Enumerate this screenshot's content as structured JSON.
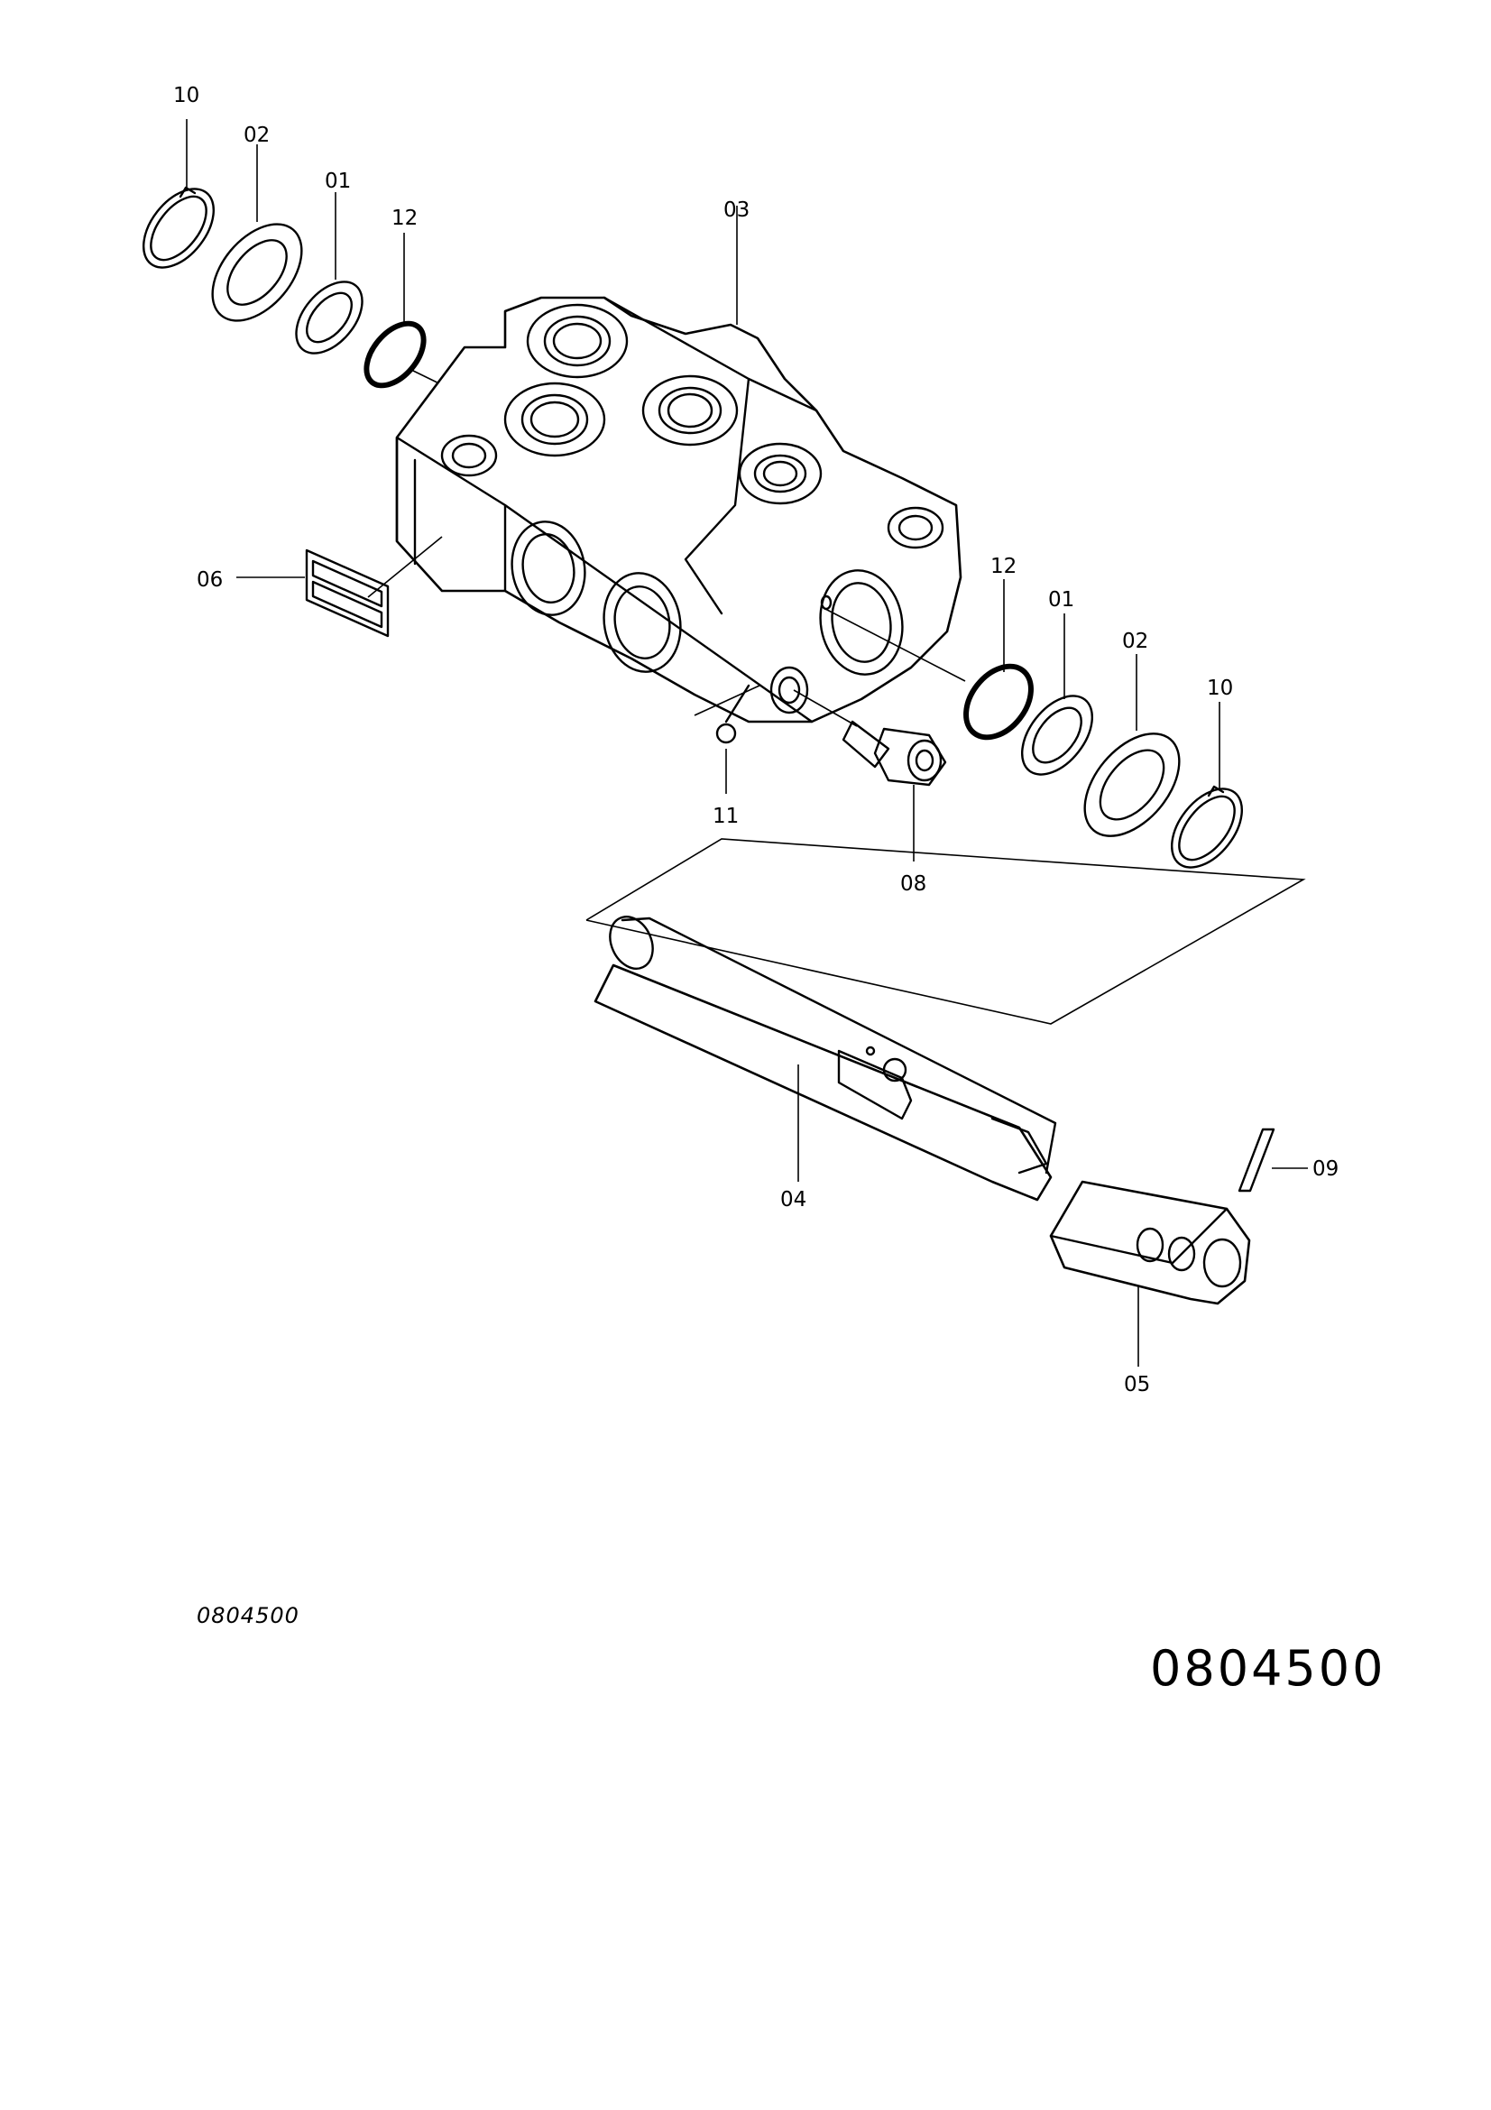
{
  "diagram": {
    "callouts": [
      {
        "id": "c10a",
        "label": "10"
      },
      {
        "id": "c02a",
        "label": "02"
      },
      {
        "id": "c01a",
        "label": "01"
      },
      {
        "id": "c12a",
        "label": "12"
      },
      {
        "id": "c03",
        "label": "03"
      },
      {
        "id": "c06",
        "label": "06"
      },
      {
        "id": "c12b",
        "label": "12"
      },
      {
        "id": "c01b",
        "label": "01"
      },
      {
        "id": "c02b",
        "label": "02"
      },
      {
        "id": "c10b",
        "label": "10"
      },
      {
        "id": "c11",
        "label": "11"
      },
      {
        "id": "c08",
        "label": "08"
      },
      {
        "id": "c09",
        "label": "09"
      },
      {
        "id": "c04",
        "label": "04"
      },
      {
        "id": "c05",
        "label": "05"
      }
    ]
  },
  "reference": {
    "small_code": "0804500",
    "large_code": "0804500"
  }
}
